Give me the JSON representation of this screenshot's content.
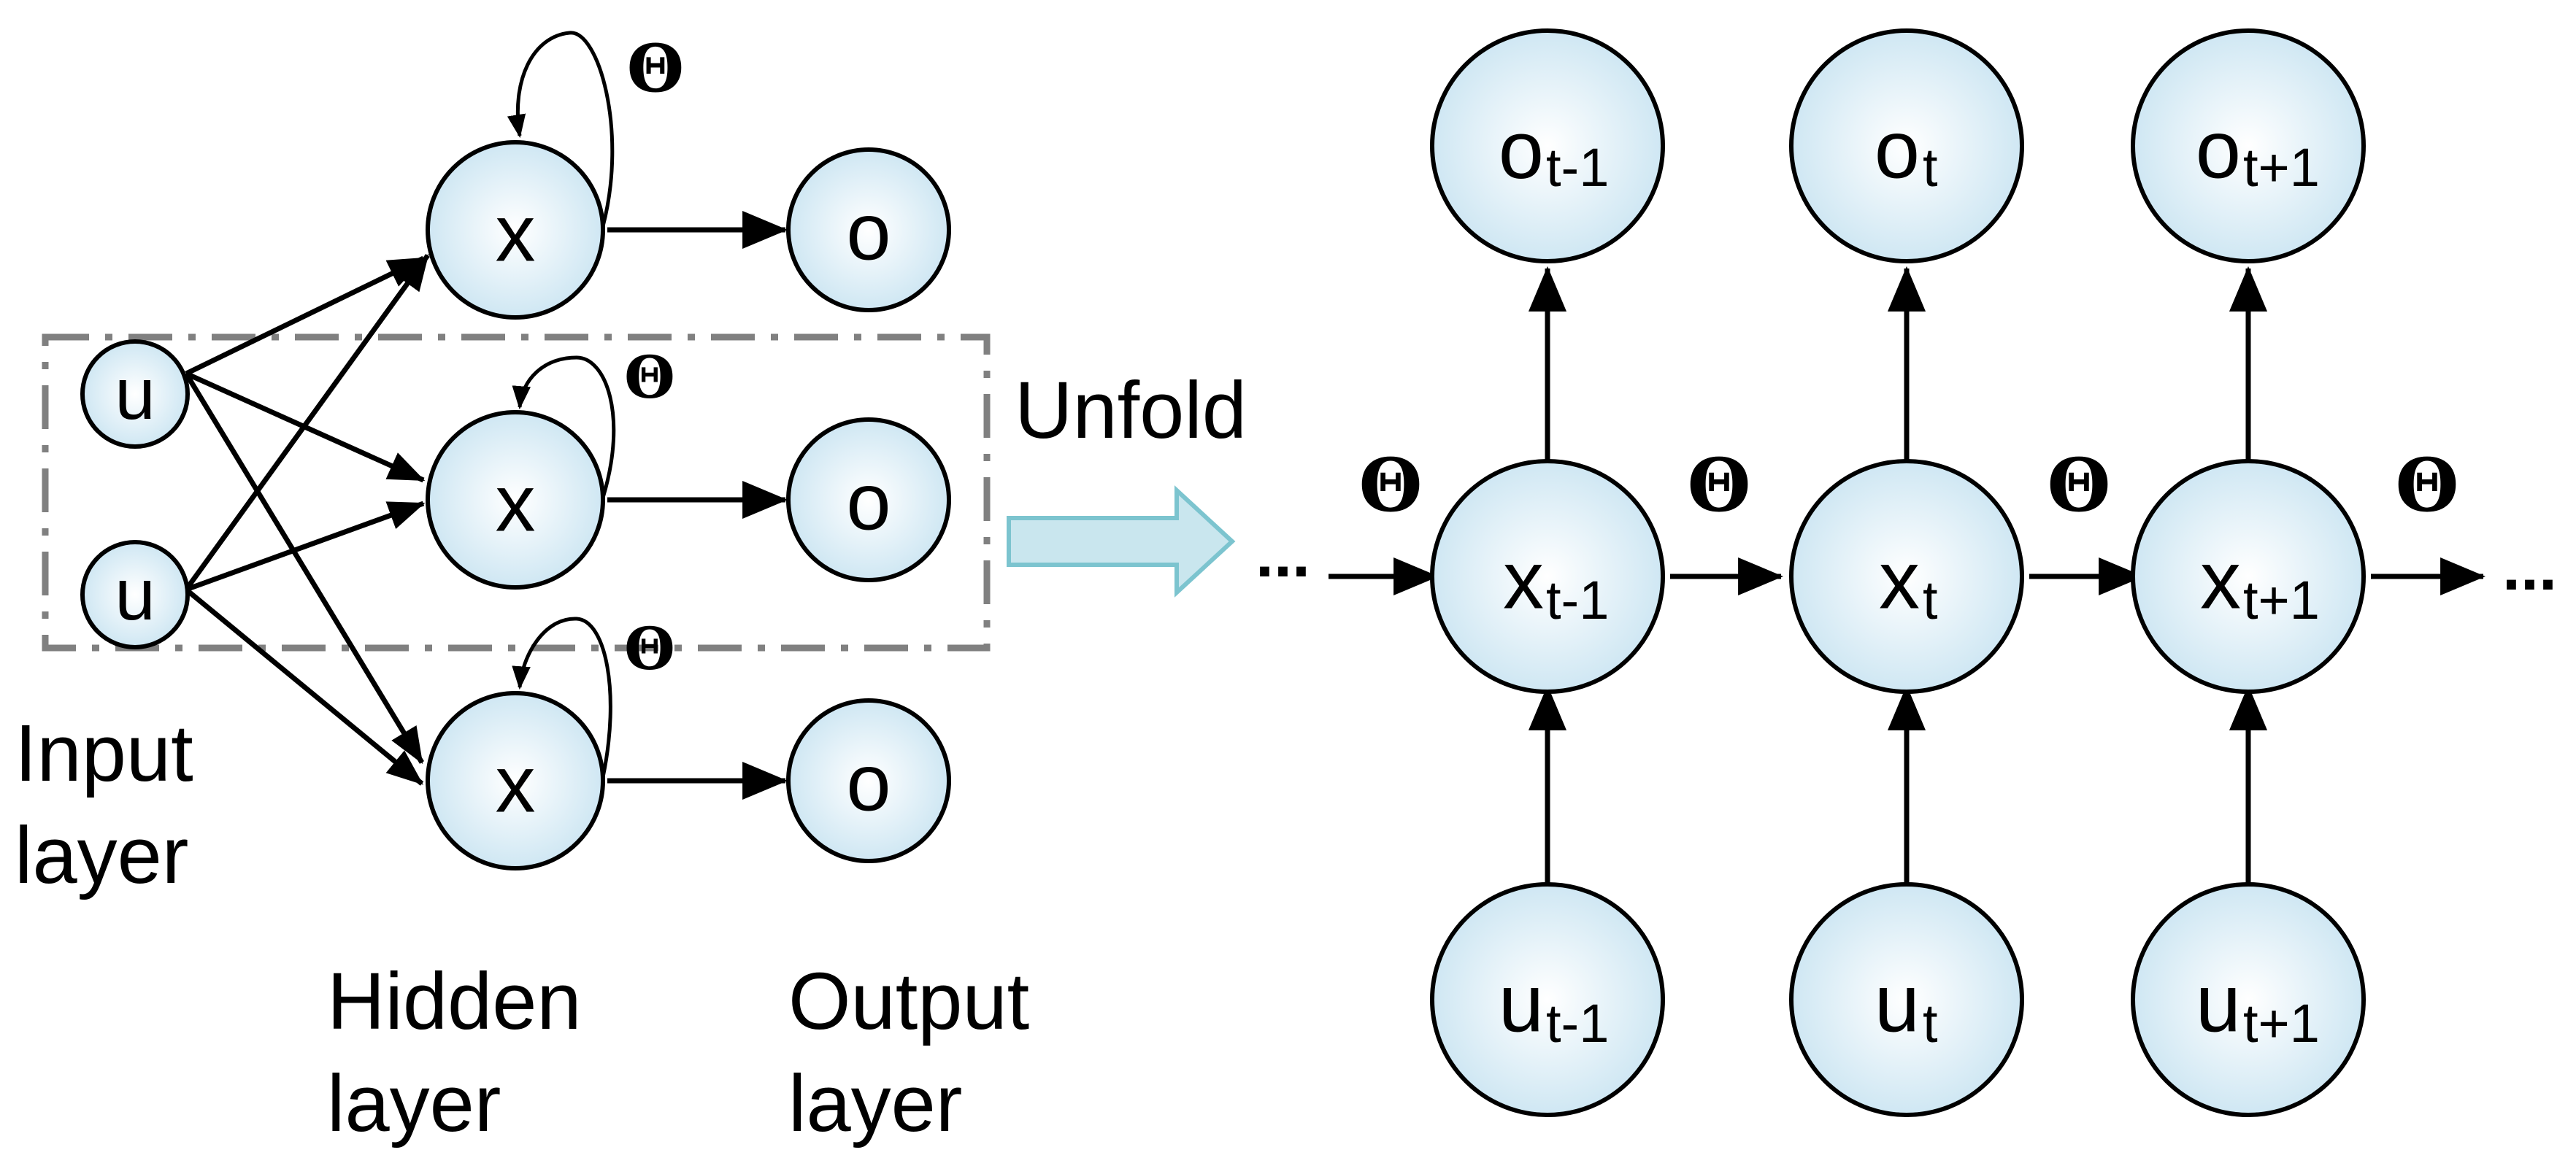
{
  "colors": {
    "node_fill_inner": "#ffffff",
    "node_fill_outer": "#cfe7f3",
    "line": "#000000",
    "dash_box": "#808080",
    "unfold_arrow_fill": "#c9e6ee",
    "unfold_arrow_stroke": "#7cc4cf"
  },
  "folded": {
    "input_nodes": [
      "u",
      "u"
    ],
    "hidden_nodes": [
      "x",
      "x",
      "x"
    ],
    "output_nodes": [
      "o",
      "o",
      "o"
    ],
    "recurrent_weight": "Θ",
    "captions": {
      "input": [
        "Input",
        "layer"
      ],
      "hidden": [
        "Hidden",
        "layer"
      ],
      "output": [
        "Output",
        "layer"
      ]
    }
  },
  "unfold_label": "Unfold",
  "unfolded": {
    "steps": [
      {
        "o": "o",
        "o_sub": "t-1",
        "x": "x",
        "x_sub": "t-1",
        "u": "u",
        "u_sub": "t-1"
      },
      {
        "o": "o",
        "o_sub": "t",
        "x": "x",
        "x_sub": "t",
        "u": "u",
        "u_sub": "t"
      },
      {
        "o": "o",
        "o_sub": "t+1",
        "x": "x",
        "x_sub": "t+1",
        "u": "u",
        "u_sub": "t+1"
      }
    ],
    "weights": [
      "Θ",
      "Θ",
      "Θ",
      "Θ"
    ],
    "ellipsis_left": "...",
    "ellipsis_right": "..."
  }
}
